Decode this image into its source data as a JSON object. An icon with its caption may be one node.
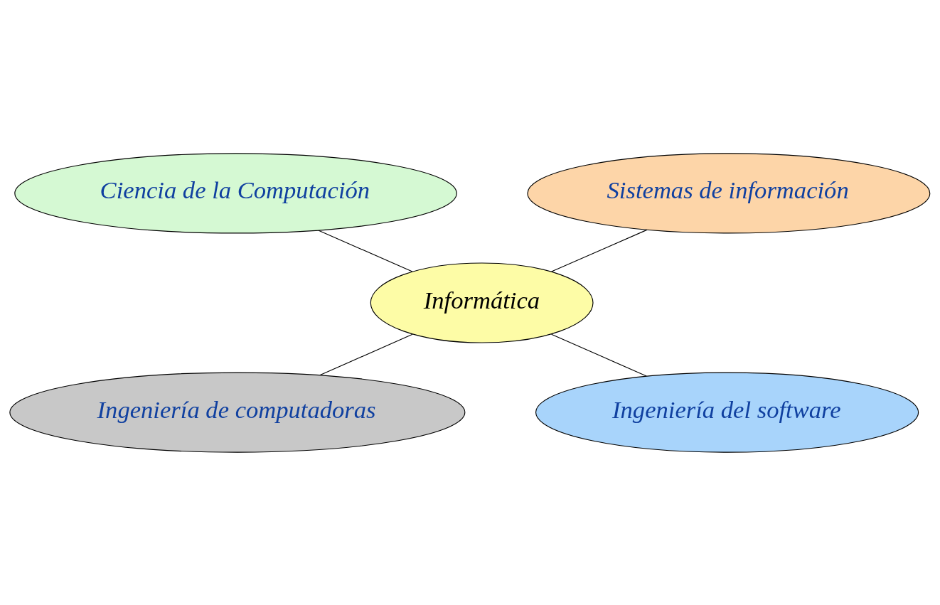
{
  "diagram": {
    "nodes": [
      {
        "text": [
          "Ciencia de la Computación"
        ]
      },
      {
        "text": [
          "Sistemas de información"
        ]
      },
      {
        "text": [
          "Informática"
        ]
      },
      {
        "text": [
          "Ingeniería de computadoras"
        ]
      },
      {
        "text": [
          "Ingeniería del software"
        ]
      }
    ],
    "edges": [
      {
        "from": 0,
        "to": 2,
        "arrow": "none"
      },
      {
        "from": 1,
        "to": 2,
        "arrow": "none"
      },
      {
        "from": 2,
        "to": 3,
        "arrow": "none"
      },
      {
        "from": 2,
        "to": 4,
        "arrow": "none"
      }
    ]
  }
}
